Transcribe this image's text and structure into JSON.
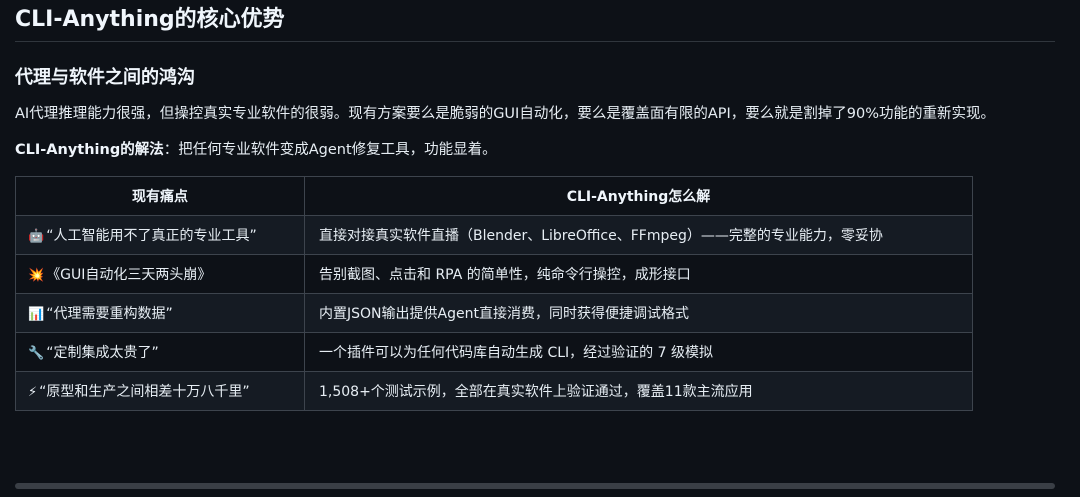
{
  "section_title": "CLI-Anything的核心优势",
  "subsection_title": "代理与软件之间的鸿沟",
  "intro_paragraph": "AI代理推理能力很强，但操控真实专业软件的很弱。现有方案要么是脆弱的GUI自动化，要么是覆盖面有限的API，要么就是割掉了90%功能的重新实现。",
  "solution": {
    "label": "CLI-Anything的解法",
    "text": "：把任何专业软件变成Agent修复工具，功能显着。"
  },
  "table": {
    "headers": [
      "现有痛点",
      "CLI-Anything怎么解"
    ],
    "rows": [
      {
        "icon": "🤖",
        "icon_name": "robot-icon",
        "pain": "“人工智能用不了真正的专业工具”",
        "solution": "直接对接真实软件直播（Blender、LibreOffice、FFmpeg）——完整的专业能力，零妥协"
      },
      {
        "icon": "💥",
        "icon_name": "explosion-icon",
        "pain": "《GUI自动化三天两头崩》",
        "solution": "告别截图、点击和 RPA 的简单性，纯命令行操控，成形接口"
      },
      {
        "icon": "📊",
        "icon_name": "bar-chart-icon",
        "pain": "“代理需要重构数据”",
        "solution": "内置JSON输出提供Agent直接消费，同时获得便捷调试格式"
      },
      {
        "icon": "🔧",
        "icon_name": "wrench-icon",
        "pain": "“定制集成太贵了”",
        "solution": "一个插件可以为任何代码库自动生成 CLI，经过验证的 7 级模拟"
      },
      {
        "icon": "⚡",
        "icon_name": "lightning-icon",
        "pain": "“原型和生产之间相差十万八千里”",
        "solution": "1,508+个测试示例，全部在真实软件上验证通过，覆盖11款主流应用"
      }
    ]
  }
}
